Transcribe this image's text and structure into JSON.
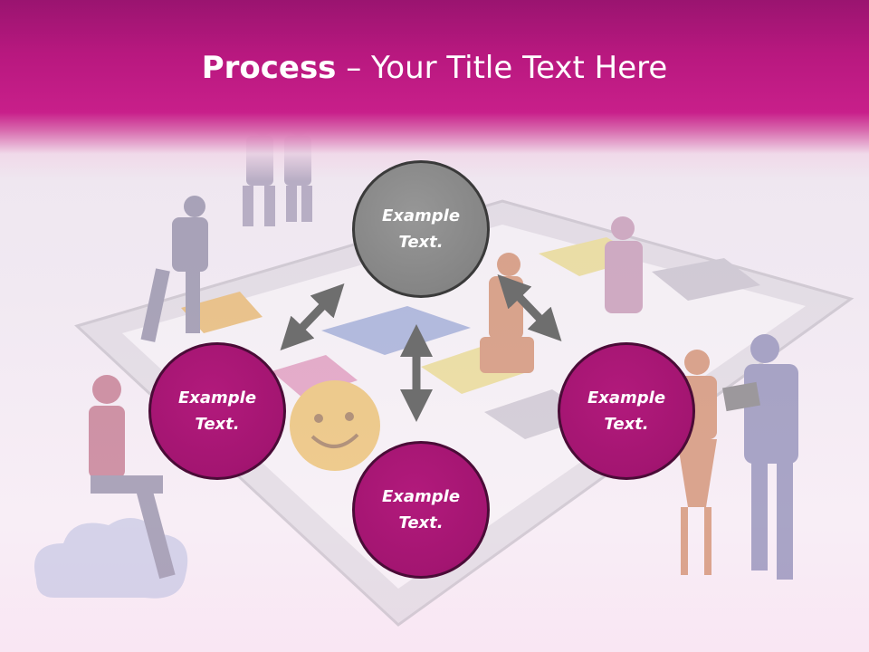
{
  "title": {
    "bold": "Process",
    "rest": " – Your Title Text Here"
  },
  "nodes": {
    "top": {
      "line1": "Example",
      "line2": "Text."
    },
    "left": {
      "line1": "Example",
      "line2": "Text."
    },
    "right": {
      "line1": "Example",
      "line2": "Text."
    },
    "bottom": {
      "line1": "Example",
      "line2": "Text."
    }
  },
  "colors": {
    "header": "#c81f8a",
    "pink_node": "#a31571",
    "gray_node": "#858585",
    "arrow": "#6e6e6e"
  }
}
